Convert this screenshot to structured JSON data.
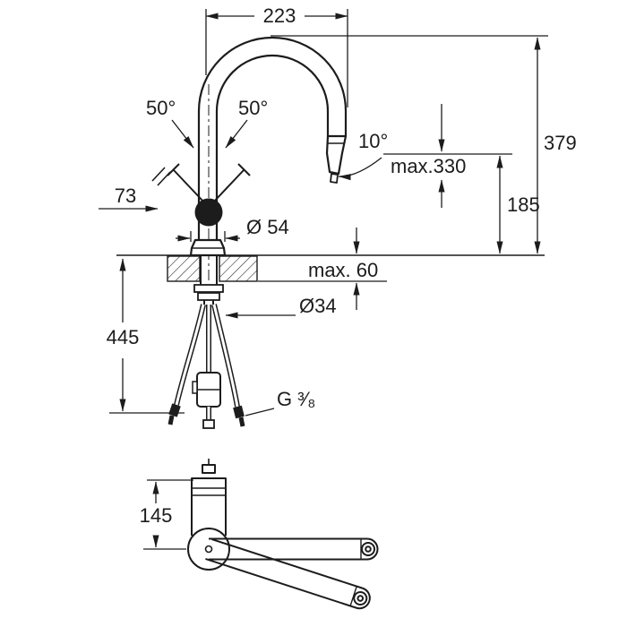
{
  "colors": {
    "ink": "#1c1c1c",
    "background": "#ffffff"
  },
  "dimensions": {
    "spout_reach": "223",
    "handle_swing_left": "50°",
    "handle_swing_right": "50°",
    "spray_angle": "10°",
    "overall_height": "379",
    "max_pullout": "max.330",
    "spout_outlet_height": "185",
    "handle_projection": "73",
    "base_diameter": "Ø 54",
    "max_deck_thickness": "max. 60",
    "shank_diameter": "Ø34",
    "below_deck_length": "445",
    "hose_thread": "G ³⁄₈",
    "top_view_offset": "145"
  }
}
